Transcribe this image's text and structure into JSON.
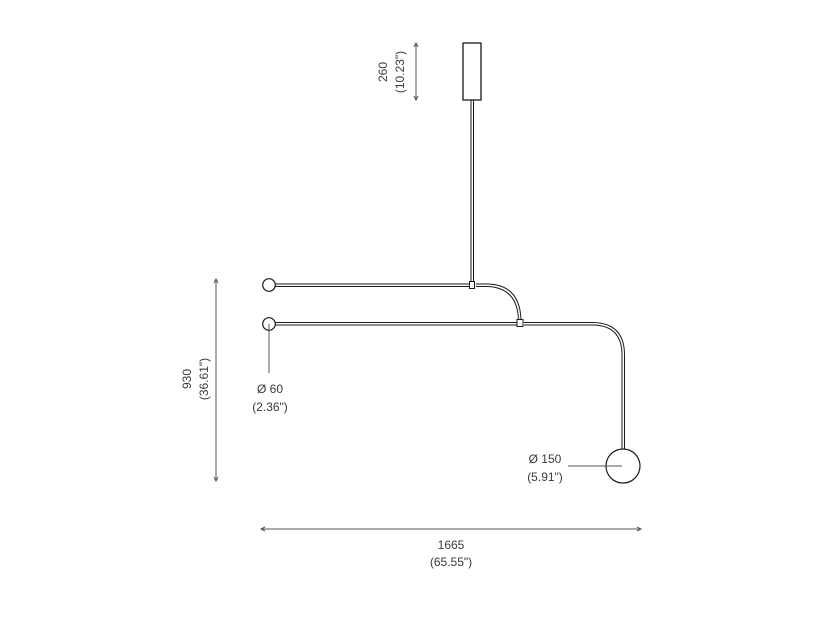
{
  "diagram": {
    "type": "technical-drawing",
    "subject": "suspension lamp with two arms and three globes",
    "dimensions": {
      "canopy_height": {
        "mm": "260",
        "in": "(10.23\")"
      },
      "overall_height": {
        "mm": "930",
        "in": "(36.61\")"
      },
      "small_globe_diameter": {
        "mm": "Ø 60",
        "in": "(2.36\")"
      },
      "large_globe_diameter": {
        "mm": "Ø 150",
        "in": "(5.91\")"
      },
      "overall_width": {
        "mm": "1665",
        "in": "(65.55\")"
      }
    },
    "colors": {
      "line": "#1a1a1a",
      "dimension_line": "#555555",
      "text": "#3a3a3a",
      "background": "#ffffff"
    }
  }
}
